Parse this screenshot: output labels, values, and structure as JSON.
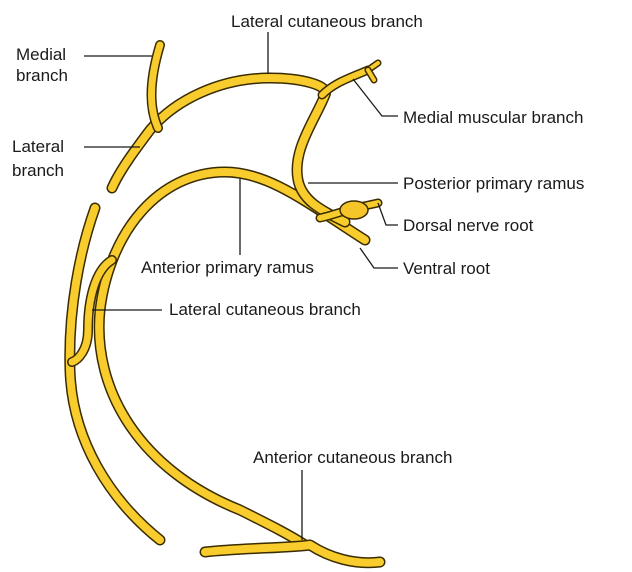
{
  "colors": {
    "nerve_fill": "#f7cc2c",
    "nerve_outline": "#3a2c00",
    "ganglion_fill": "#f5c52a",
    "line": "#1a1a1a",
    "background": "#ffffff"
  },
  "labels": {
    "lateral_cutaneous_top": "Lateral cutaneous branch",
    "medial_branch_line1": "Medial",
    "medial_branch_line2": "branch",
    "lateral_branch_line1": "Lateral",
    "lateral_branch_line2": "branch",
    "medial_muscular": "Medial muscular branch",
    "posterior_primary_ramus": "Posterior primary ramus",
    "dorsal_nerve_root": "Dorsal nerve root",
    "ventral_root": "Ventral root",
    "anterior_primary_ramus": "Anterior primary ramus",
    "lateral_cutaneous_mid": "Lateral cutaneous branch",
    "anterior_cutaneous": "Anterior cutaneous branch"
  }
}
